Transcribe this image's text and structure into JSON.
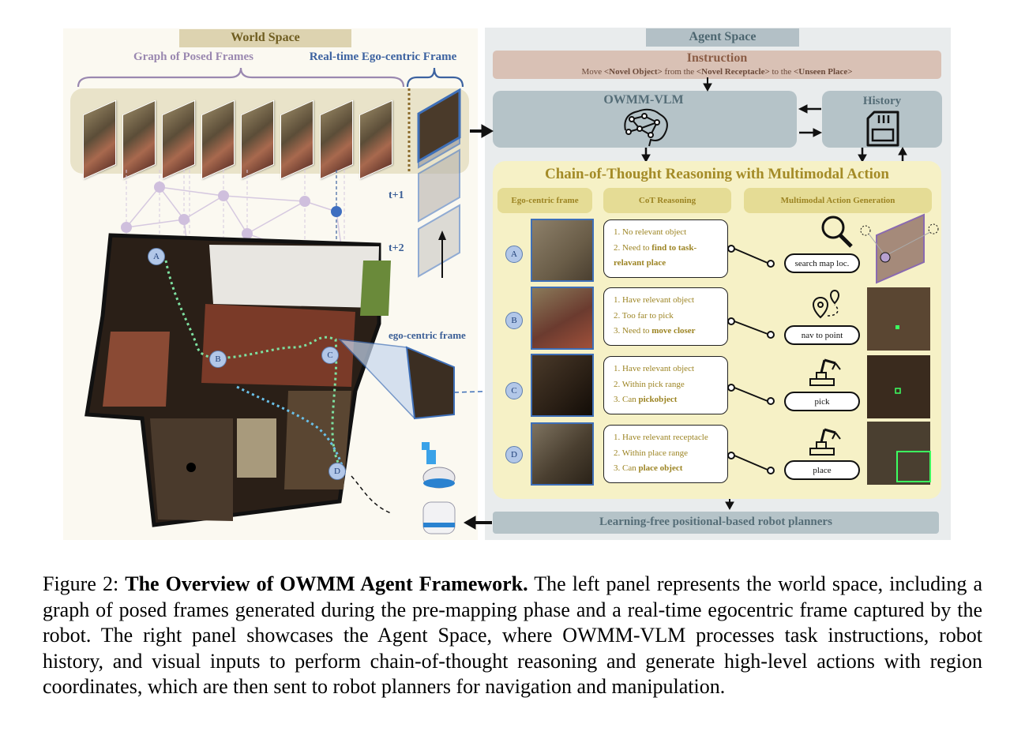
{
  "world_space": {
    "title": "World Space",
    "graph_label": "Graph of Posed Frames",
    "ego_label": "Real-time Ego-centric Frame",
    "t1_label": "t+1",
    "t2_label": "t+2",
    "ego_frame_label": "ego-centric frame",
    "map_markers": [
      "A",
      "B",
      "C",
      "D"
    ]
  },
  "agent_space": {
    "title": "Agent Space",
    "instruction_title": "Instruction",
    "instruction_parts": [
      "Move ",
      "<Novel Object>",
      " from the ",
      "<Novel Receptacle>",
      " to the ",
      "<Unseen Place>"
    ],
    "owmm_label": "OWMM-VLM",
    "history_label": "History",
    "cot_title": "Chain-of-Thought Reasoning with Multimodal Action",
    "columns": [
      "Ego-centric frame",
      "CoT Reasoning",
      "Multimodal Action Generation"
    ],
    "rows": [
      {
        "id": "A",
        "lines": [
          "1. No relevant object",
          "2. Need to ",
          "find to task-",
          "relavant place"
        ],
        "action": "search map loc."
      },
      {
        "id": "B",
        "lines": [
          "1. Have relevant object",
          "2. Too far to pick",
          "3. Need to ",
          "move closer"
        ],
        "action": "nav to point"
      },
      {
        "id": "C",
        "lines": [
          "1. Have relevant object",
          "2. Within pick range",
          "3. Can ",
          "pickobject"
        ],
        "action": "pick"
      },
      {
        "id": "D",
        "lines": [
          "1. Have relevant receptacle",
          "2. Within place range",
          "3. Can ",
          "place object"
        ],
        "action": "place"
      }
    ],
    "planner_label": "Learning-free positional-based robot planners"
  },
  "caption": {
    "prefix": "Figure 2: ",
    "bold": "The Overview of OWMM Agent Framework.",
    "text": " The left panel represents the world space, including a graph of posed frames generated during the pre-mapping phase and a real-time egocentric frame captured by the robot.  The right panel showcases the Agent Space, where OWMM-VLM processes task instructions, robot history, and visual inputs to perform chain-of-thought reasoning and generate high-level actions with region coordinates, which are then sent to robot planners for navigation and manipulation."
  },
  "colors": {
    "world_bg": "#fbf9f1",
    "agent_bg": "#e9eced",
    "cot_bg": "#f6f1c6",
    "accent_gold": "#a48b27",
    "accent_blue": "#3c62a0",
    "graph_purple": "#c9b7d8"
  }
}
